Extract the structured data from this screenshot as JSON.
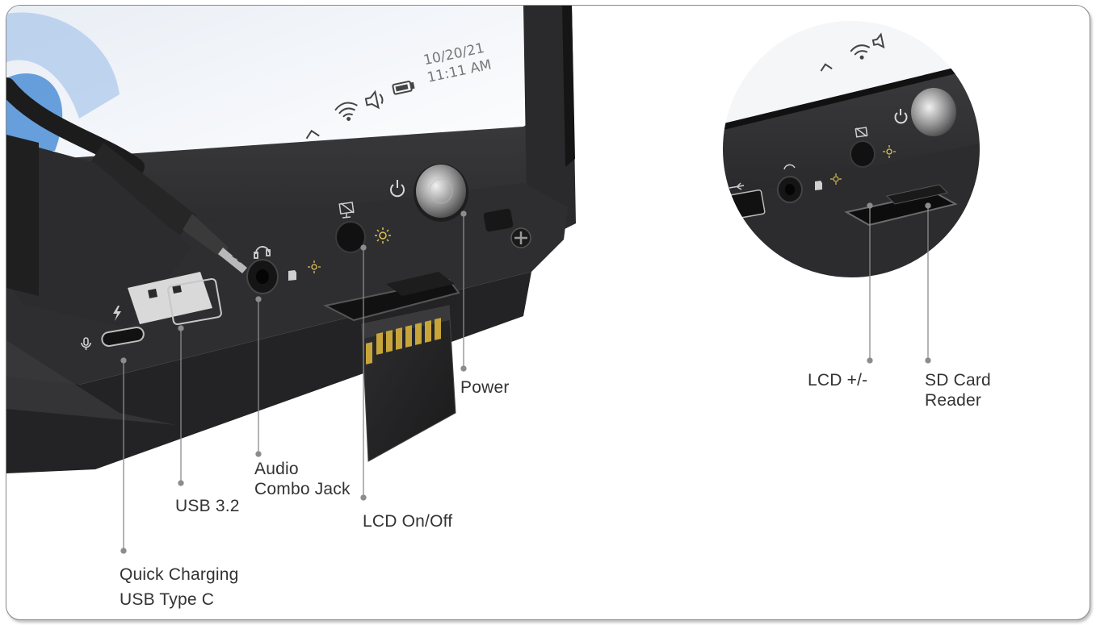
{
  "screen": {
    "date": "10/20/21",
    "time": "11:11 AM"
  },
  "callouts": {
    "quick_charging": {
      "line1": "Quick Charging",
      "line2": "USB Type C"
    },
    "usb32": {
      "line1": "USB 3.2"
    },
    "audio": {
      "line1": "Audio",
      "line2": "Combo Jack"
    },
    "lcd_onoff": {
      "line1": "LCD On/Off"
    },
    "power": {
      "line1": "Power"
    },
    "lcd_plusminus": {
      "line1": "LCD +/-"
    },
    "sd_card": {
      "line1": "SD Card",
      "line2": "Reader"
    }
  },
  "colors": {
    "body_dark": "#2b2b2d",
    "body_mid": "#3a3a3d",
    "gold_contact": "#c8a53a",
    "leader_line": "#8c8c8c",
    "label_text": "#333333"
  },
  "icons": [
    "usb-icon",
    "microphone-icon",
    "lightning-icon",
    "headphone-icon",
    "sd-card-icon",
    "brightness-icon",
    "display-toggle-icon",
    "power-icon",
    "wifi-icon",
    "speaker-icon",
    "battery-icon",
    "chevron-up-icon"
  ]
}
